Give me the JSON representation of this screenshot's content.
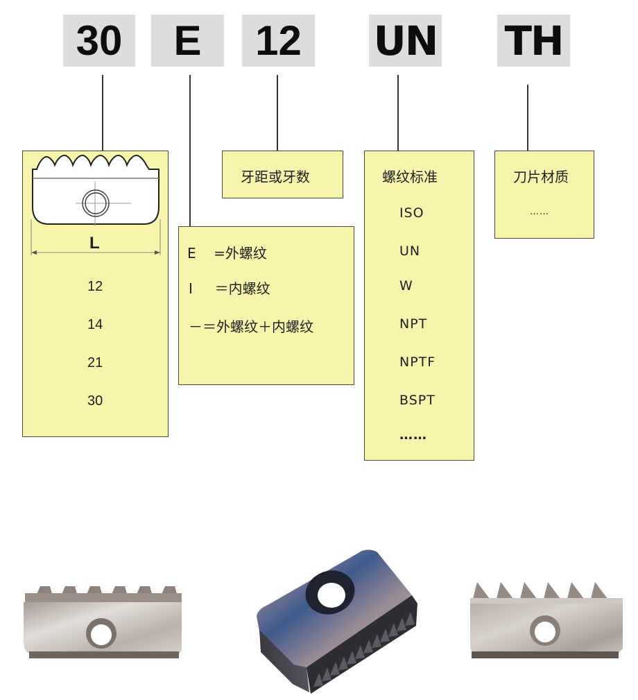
{
  "code_segments": [
    {
      "id": "length",
      "code": "30"
    },
    {
      "id": "thread-type",
      "code": "E"
    },
    {
      "id": "pitch",
      "code": "12"
    },
    {
      "id": "standard",
      "code": "UN"
    },
    {
      "id": "material",
      "code": "TH"
    }
  ],
  "length_box": {
    "dimension_label": "L",
    "values": [
      "12",
      "14",
      "21",
      "30"
    ]
  },
  "thread_type_box": {
    "lines": [
      "E    =外螺纹",
      "I     ＝内螺纹",
      "－＝外螺纹＋内螺纹"
    ]
  },
  "pitch_box": {
    "label": "牙距或牙数"
  },
  "standard_box": {
    "title": "螺纹标准",
    "items": [
      "ISO",
      "UN",
      "W",
      "NPT",
      "NPTF",
      "BSPT",
      "……"
    ]
  },
  "material_box": {
    "title": "刀片材质",
    "placeholder": "……"
  },
  "colors": {
    "code_box_bg": "#dddddd",
    "note_box_bg": "#f9f4ab",
    "border": "#4a4a3a"
  },
  "photos": [
    {
      "name": "silver-insert-square-teeth"
    },
    {
      "name": "coated-insert-perspective"
    },
    {
      "name": "silver-insert-triangular-teeth"
    }
  ]
}
